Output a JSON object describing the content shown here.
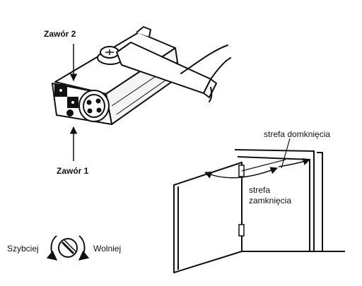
{
  "labels": {
    "valve_2": "Zawór 2",
    "valve_1": "Zawór 1",
    "latching_zone": "strefa domknięcia",
    "closing_zone_line1": "strefa",
    "closing_zone_line2": "zamknięcia",
    "faster": "Szybciej",
    "slower": "Wolniej"
  },
  "colors": {
    "line": "#111111",
    "background": "#ffffff"
  }
}
